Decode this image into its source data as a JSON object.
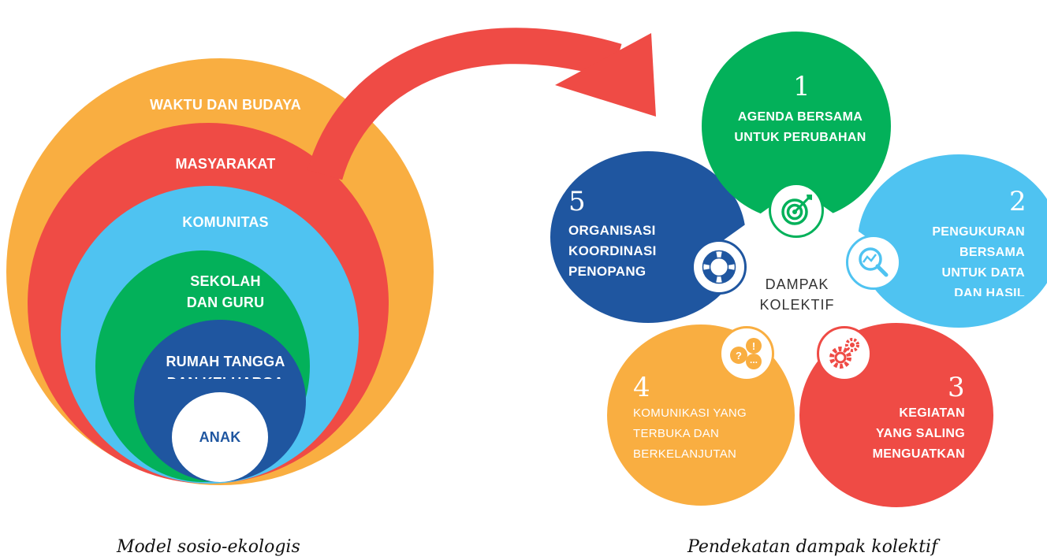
{
  "colors": {
    "orange": "#F9AE41",
    "red": "#EF4B45",
    "light_blue": "#4FC3F1",
    "green": "#03B15A",
    "dark_blue": "#1F56A0",
    "white": "#FFFFFF"
  },
  "socio_ecological": {
    "levels": [
      {
        "label": "WAKTU DAN BUDAYA",
        "color": "#F9AE41"
      },
      {
        "label": "MASYARAKAT",
        "color": "#EF4B45"
      },
      {
        "label": "KOMUNITAS",
        "color": "#4FC3F1"
      },
      {
        "label_line1": "SEKOLAH",
        "label_line2": "DAN GURU",
        "color": "#03B15A"
      },
      {
        "label_line1": "RUMAH TANGGA",
        "label_line2": "DAN KELUARGA",
        "color": "#1F56A0"
      },
      {
        "label": "ANAK",
        "color": "#FFFFFF",
        "text_color": "#1F56A0"
      }
    ],
    "caption": "Model sosio-ekologis"
  },
  "collective_impact": {
    "center_line1": "DAMPAK",
    "center_line2": "KOLEKTIF",
    "petals": [
      {
        "number": "1",
        "line1": "AGENDA BERSAMA",
        "line2": "UNTUK PERUBAHAN",
        "color": "#03B15A",
        "icon": "target-icon"
      },
      {
        "number": "2",
        "line1": "PENGUKURAN",
        "line2": "BERSAMA",
        "line3": "UNTUK DATA",
        "line4": "DAN HASIL",
        "color": "#4FC3F1",
        "icon": "analytics-icon"
      },
      {
        "number": "3",
        "line1": "KEGIATAN",
        "line2": "YANG SALING",
        "line3": "MENGUATKAN",
        "color": "#EF4B45",
        "icon": "gears-icon"
      },
      {
        "number": "4",
        "line1": "KOMUNIKASI YANG",
        "line2": "TERBUKA DAN",
        "line3": "BERKELANJUTAN",
        "color": "#F9AE41",
        "icon": "chat-bubbles-icon"
      },
      {
        "number": "5",
        "line1": "ORGANISASI",
        "line2": "KOORDINASI",
        "line3": "PENOPANG",
        "color": "#1F56A0",
        "icon": "lifebuoy-icon"
      }
    ],
    "caption": "Pendekatan dampak kolektif"
  }
}
